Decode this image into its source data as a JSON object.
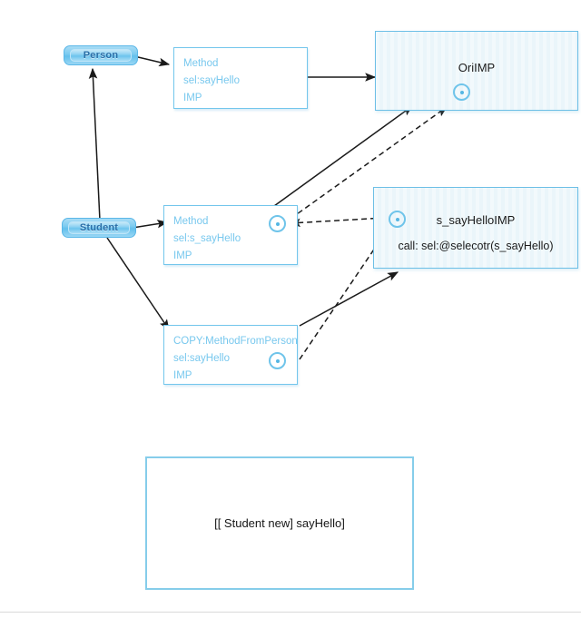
{
  "diagram": {
    "title": "Objective-C method swizzling diagram",
    "colors": {
      "node_border": "#73c6ec",
      "node_text": "#78c8ee",
      "pill_fill": "#7ccbf0",
      "pill_text": "#2b6fa8",
      "imp_border": "#6dbfe6",
      "imp_fill": "#eef7fb",
      "edge_solid": "#1a1a1a",
      "edge_dashed": "#1a1a1a",
      "code_border": "#86cdea",
      "code_text": "#161616",
      "rule": "#d9d9d9"
    },
    "classes": [
      {
        "id": "person",
        "label": "Person"
      },
      {
        "id": "student",
        "label": "Student"
      }
    ],
    "methods": [
      {
        "id": "person-method",
        "line1": "Method",
        "line2": "sel:sayHello",
        "line3": "IMP"
      },
      {
        "id": "student-method",
        "line1": "Method",
        "line2": "sel:s_sayHello",
        "line3": "IMP"
      },
      {
        "id": "copy-method",
        "line1": "COPY:MethodFromPerson",
        "line2": "sel:sayHello",
        "line3": "IMP"
      }
    ],
    "imps": [
      {
        "id": "ori-imp",
        "title": "OriIMP",
        "sub": ""
      },
      {
        "id": "s-sayhello-imp",
        "title": "s_sayHelloIMP",
        "sub": "call: sel:@selecotr(s_sayHello)"
      }
    ],
    "code_box": {
      "code": "[[ Student new] sayHello]"
    },
    "edges": [
      {
        "id": "student-to-person",
        "style": "solid",
        "from": "student",
        "to": "person"
      },
      {
        "id": "person-to-person-method",
        "style": "solid",
        "from": "person",
        "to": "person-method"
      },
      {
        "id": "student-to-student-method",
        "style": "solid",
        "from": "student",
        "to": "student-method"
      },
      {
        "id": "person-method-to-ori-imp",
        "style": "solid",
        "from": "person-method",
        "to": "ori-imp"
      },
      {
        "id": "student-method-to-ori-imp",
        "style": "solid",
        "from": "student-method",
        "to": "ori-imp"
      },
      {
        "id": "student-method-imp-to-ori-imp",
        "style": "dashed",
        "from": "student-method-imp",
        "to": "ori-imp-imp"
      },
      {
        "id": "s-sayhello-imp-to-student-method-imp",
        "style": "dashed",
        "from": "s-sayhello-imp",
        "to": "student-method-imp"
      },
      {
        "id": "student-to-copy-method",
        "style": "solid",
        "from": "student",
        "to": "copy-method"
      },
      {
        "id": "copy-method-to-s-sayhello-imp",
        "style": "solid",
        "from": "copy-method",
        "to": "s-sayhello-imp"
      },
      {
        "id": "copy-method-imp-to-s-sayhello-imp",
        "style": "dashed",
        "from": "copy-method-imp",
        "to": "s-sayhello-imp-circle"
      }
    ]
  }
}
